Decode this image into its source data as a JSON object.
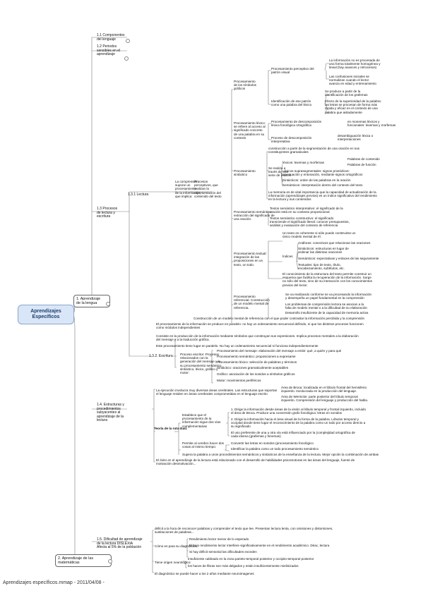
{
  "root": "Aprendizajes\nEspecíficos",
  "n1": "1. Aprendizaje\nde la lengua",
  "n2": "2. Aprendizaje de las\nmatemáticas",
  "n11": "1.1 Componentes\ndel lenguaje",
  "n12": "1.2 Periodos\nsensibles en el\naprendizaje",
  "n13": "1.3 Procesos\nde lectura y\nescritura",
  "n131": "1.3.1 Lectura",
  "n132": "1.3.2. Escritura",
  "n14": "1.4. Estructuras y\nprocedimientos\nsubyacentes al\naprendizaje de la\nlectura",
  "n15": "1.5. Dificultad de aprendizaje\nde la lectura DISLEXIA\nAfecta al 5% de la población",
  "comp": "La comprensión\nsupone un\nprocesamiento\nde la información,\nque implica:",
  "procesos": "Procesos\nperceptivos, que\nrealizan la\nrepresentación del\ncontenido del texto",
  "lex": "Procesamiento léxico:\nse refiere al acceso al\nsignificado concreto\nde una palabra en su\ncontexto",
  "sint": "Procesamiento\nsintáctico",
  "sem": "Procesamiento semántico :\nextracción del significado de\nuna oración.",
  "text": "Procesamiento textual:\nintegración de las\nproposiciones en un\ntexto, un todo.",
  "ref": "Procesamiento\nreferencial: Construcción\nde un modelo mental de\nreferencia.",
  "percep": "Procesamiento\nde los símbolos\ngráficos",
  "pp1": "Procesamiento perceptivo del\npatrón visual",
  "pp1a": "La información no es procesada de\nuna forma totalmente homogénea y\nlineal (hay avances y retrocesos)",
  "pp1b": "Las confusiones iniciales se\nnormalizan cuando el lector\navanza en edad y entrenamiento",
  "pp2": "Identificación de ese patrón\ncomo una palabra del léxico",
  "pp2a": "Se produce a partir de la\nidentificación de los grafemas",
  "pp2b": "Efecto de la superioridad de la palabra:\nlas letras se procesan de forma más\nrápida y eficaz en el contexto de una\npalabra que aisladamente",
  "lx1": "Procesamiento de descomposición\nléxica fonológica ortográfica",
  "lx1a": "en monemas léxicos y\nfuncionales: lexemas y morfemas",
  "lx2": "Proceso de descomposición\ninterpretativa",
  "lx2a": "desambiguación léxica o\ninterpretaciones",
  "si0": "construcción a partir de la segmentación de una oración en sus\nconstituyentes gramaticales",
  "si1": "Se realiza a\ntravés de una\nserie de índices",
  "si1a": "léxicos: lexemas y morfemas",
  "si1a1": "Palabras de contenido",
  "si1a2": "Palabras de función",
  "si1b": "Léxicos suprasegmentales: signos prosódicos:\nacentuación y entonación, mediante signos ortográficos",
  "si1c": "Sintácticos: orden de las palabras en la oración",
  "si1d": "Semánticos: interpretación dentro del contexto del texto",
  "si2": "La memoria es de vital importancia que la capacidad de actualización de la\ninformación (aprendizajes previos) es un índice significativo del rendimiento\nen la lectura y sus contenidos",
  "se1": "Textos semántico interpretativo: el significado de la\noración está en su contexto proposicional",
  "se2": "Textos semántico constructivo: el significado\ntransciende el significado literal: conocer presupuestos,\nanálisis y evaluación del contexto de referencia",
  "tx0": "Un texto es coherente si sólo puede construirse un\núnico modelo mental de él.",
  "tx1": "Índices",
  "tx1a": "Anáforas: conectivos que relacionan las oraciones",
  "tx1b": "Sintácticos: estructuras en lugar de\nordenar las distintas oraciones",
  "tx1c": "Semánticos: expectativas y enlaces de las seguramente",
  "tx1d": "Textuales: tipo de texto, título,\nencabezamiento, subtítulos, etc.",
  "tx2": "El conocimiento de la estructura del texto permite construir un\nesquema que facilita la recuperación de la información. Surge\nno sólo del texto, sino de su interacción con los conocimientos\nprevios del lector.",
  "rf1": "Se va realizando conforme se va procesando la información\ny desempeña un papel fundamental en la comprensión",
  "rf2": "Los problemas de comprensión lectora se asocian a la\nfalta de modelo mental o a la dificultad de su elaboración",
  "rf3": "Desarrollo insuficiente de la capacidad de memoria activa",
  "constr": "Construcción de un modelo mental de referencia con el que poder contrastar la información percibida y la comprensión",
  "e0": "El procesamiento de la información se produce en paralelo: no hay un ordenamiento secuencial definido, ni que los distintos procesos funcionen\ncomo módulos independientes",
  "e1": "Consiste en la producción de la información mediante símbolos que construyan sus expresiones. Implica procesos mentales a la elaboración\ndel mensaje y a la traducción gráfica.",
  "e2": "Este procesamiento tiene lugar en paralelo. No hay un ordenamiento secuencial ni funciona independientemente",
  "pe": "Proceso escritor: Procesos\nrelacionados con la\ngeneración del mensaje y la\nsu procesamiento semántico,\nsintáctico, léxico, gráfico y\nmotor:",
  "pe1": "Procesamiento del mensaje: elaboración del mensaje a emitir: qué, a quién y para qué",
  "pe2": "Procesamiento semántico: proposiciones a expresarse",
  "pe3": "Procesamiento léxico: selección de palabras y términos",
  "pe4": "Sintáctico: oraciones gramaticalmente aceptables",
  "pe5": "Gráfico: asociación de los sonidos a símbolos gráficos",
  "pe6": "Motor: movimientos periféricos",
  "d0": "La ejecución involucra muy diversas áreas cerebrales. Las estructuras que soportan\nel lenguaje residen en áreas cerebrales comprometidas en el lenguaje escrito",
  "d1": "Área de Broca: localizada en el lóbulo frontal del hemisferio\nizquierdo. Involucrada en la producción del lenguaje.",
  "d2": "Área de Wernicke: parte posterior del lóbulo temporal\nizquierdo. Comprensión del lenguaje y producción del habla.",
  "teo": "Teoría de la ruta dual.",
  "teoA": "Establece que el\nprocesamiento de la\ninformación sigue dos vías\ncomplementarias",
  "teoA1": "1. Dirige la información desde áreas de la visión al lóbulo temporal y frontal izquierdo, incluido\nel área de Broca. Produce una conversión grafo fonológica: letras en sonidos",
  "teoA2": "2. Dirige la información hacia el área visual de la forma de la palabra. Lóbulos temporal y\noccipital donde tiene lugar el reconocimiento de la palabra como un todo por acceso directo a\nsu significado",
  "teoA3": "El uso preferente de una u otra vía está influenciado por la (complejidad ortográfica de\ncada idioma (grafemas y fonemas)",
  "teoB": "Permite al cerebro hacer dos\ncosas al mismo tiempo:",
  "teoB1": "Convertir las letras en sonidos (procesamiento fonológico",
  "teoB2": "Identificar la palabra como un todo procesamiento semántico",
  "teoC": "Supera la palabra a unos procedimientos semánticos y sintácticos de la enseñanza de la lectura. Mejor opción la combinación de ambas",
  "d9": "El éxito en el aprendizaje de la lectura está relacionado con el desarrollo de habilidades psicomotoras en las áreas del lenguaje, fuente de\nmotivación desmotivación...",
  "x0": "déficit a la hora de reconocer palabras y comprender el texto que lee. Presentan lectura lenta, con omisiones y distorsiones,\nsustituciones de palabras...",
  "x1": "Cómo es para su diagnóstico",
  "x1a": "Rendimiento lector menor de lo esperado",
  "x1b": "El bajo rendimiento lector interfiere significativamente en el rendimiento académico. Déac, lectura",
  "x1c": "Si hay déficit sensorial las dificultades exceden",
  "x2": "Tiene origen neurológico:",
  "x2a": "Insuficiente cableado en la zona parieto-temporal posterior y occipito-temporal posterior",
  "x2b": "los haces de fibras son más delgados y están insuficientemente mielinizados",
  "x3": "El diagnóstico se puede hacer a los 2 años mediante neuroimagenes",
  "footer": "Aprendizajes específicos.mmap - 2011/04/08 -"
}
